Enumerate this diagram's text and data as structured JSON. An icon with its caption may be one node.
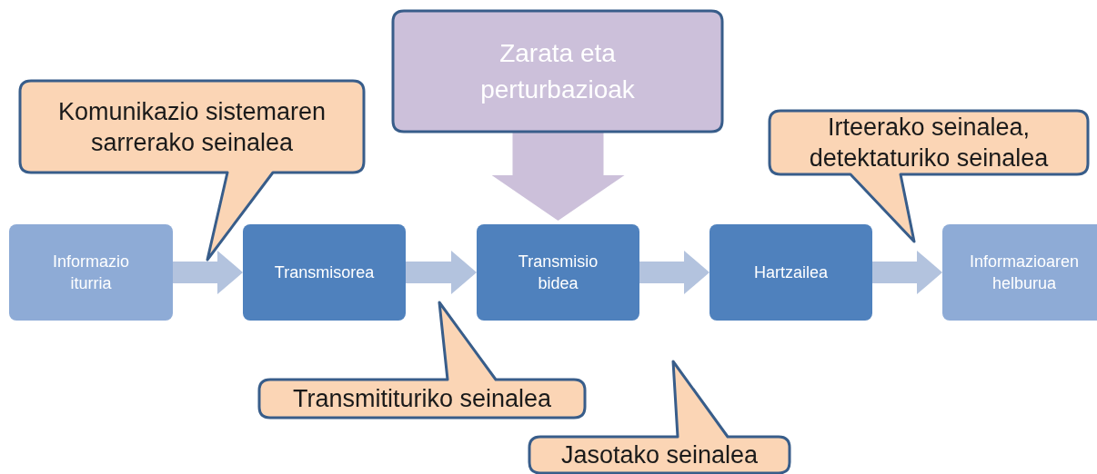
{
  "diagram": {
    "nodes": [
      {
        "text": [
          "Zarata eta perturbazioak"
        ]
      },
      {
        "text": [
          "Komunikazio sistemaren sarrerako seinalea"
        ]
      },
      {
        "text": [
          "Irteerako seinalea, detektaturiko seinalea"
        ]
      },
      {
        "text": [
          "Informazio iturria"
        ]
      },
      {
        "text": [
          "Transmisorea"
        ]
      },
      {
        "text": [
          "Transmisio bidea"
        ]
      },
      {
        "text": [
          "Hartzailea"
        ]
      },
      {
        "text": [
          "Informazioaren helburua"
        ]
      },
      {
        "text": [
          "Transmitituriko seinalea"
        ]
      },
      {
        "text": [
          "Jasotako seinalea"
        ]
      }
    ],
    "edges": [
      {
        "from": 0,
        "to": 5,
        "arrow": "to",
        "style": "thick",
        "color": "#ccc0da"
      },
      {
        "from": 3,
        "to": 4,
        "arrow": "to"
      },
      {
        "from": 4,
        "to": 5,
        "arrow": "to"
      },
      {
        "from": 5,
        "to": 6,
        "arrow": "to"
      },
      {
        "from": 6,
        "to": 7,
        "arrow": "to"
      }
    ]
  }
}
